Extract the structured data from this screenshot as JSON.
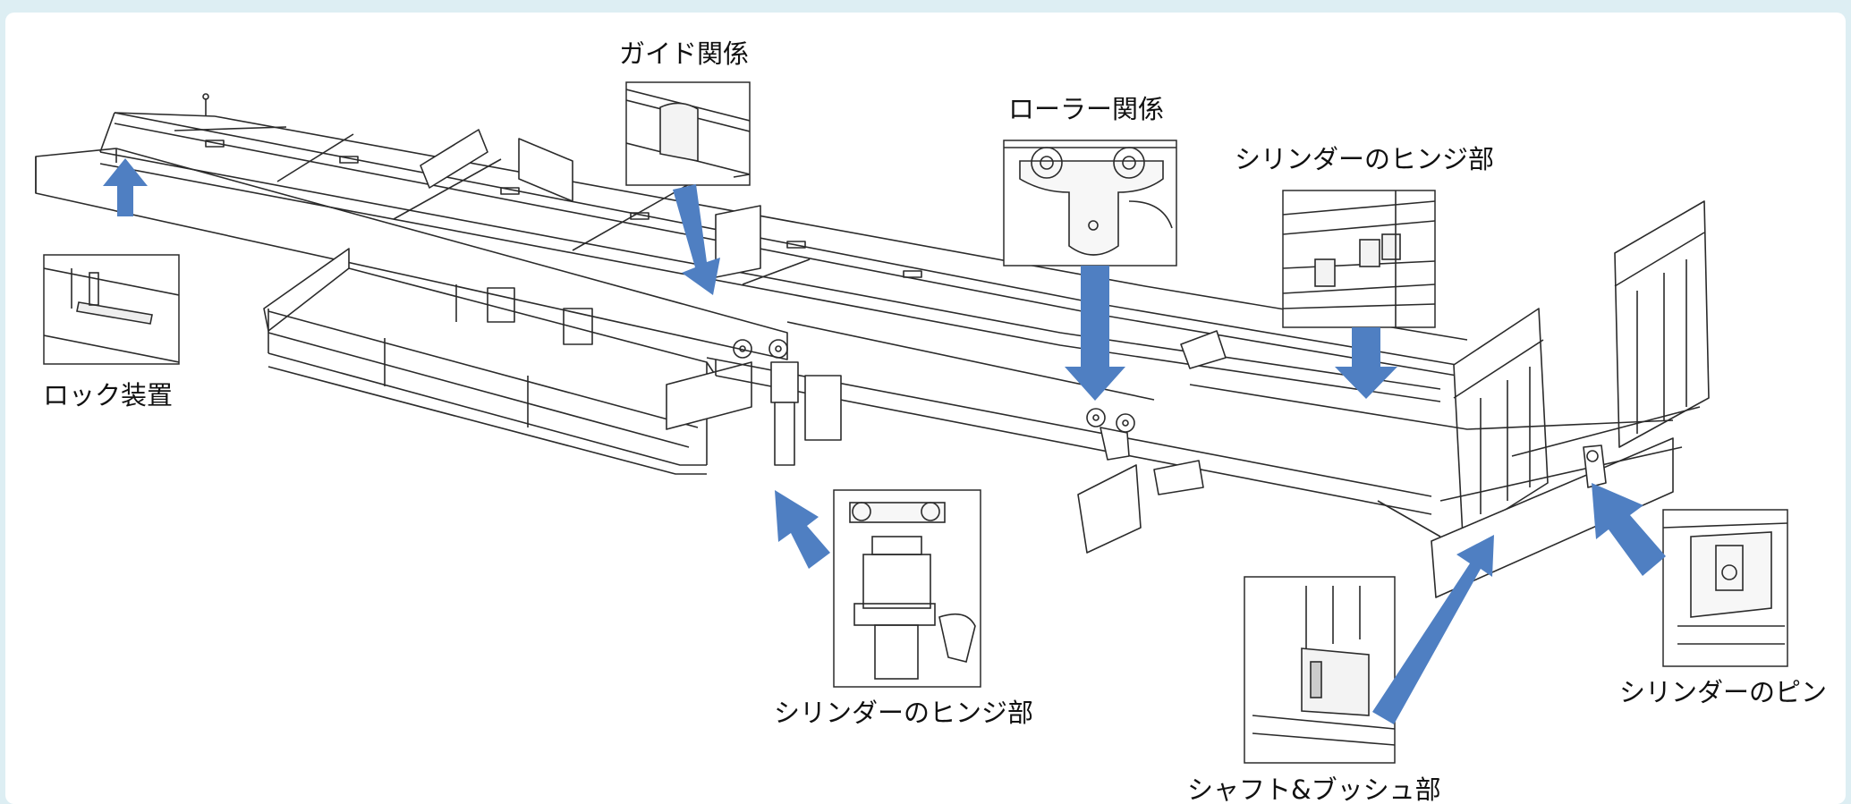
{
  "labels": {
    "guide": "ガイド関係",
    "roller": "ローラー関係",
    "cyl_hinge_upper": "シリンダーのヒンジ部",
    "lock": "ロック装置",
    "cyl_hinge_lower": "シリンダーのヒンジ部",
    "cyl_pin": "シリンダーのピン",
    "shaft_bush": "シャフト&ブッシュ部"
  },
  "colors": {
    "arrow": "#4f7fc2",
    "line": "#2b2b2b",
    "background": "#ddeef3",
    "panel": "#ffffff"
  },
  "icons": [
    "arrow-icon"
  ]
}
